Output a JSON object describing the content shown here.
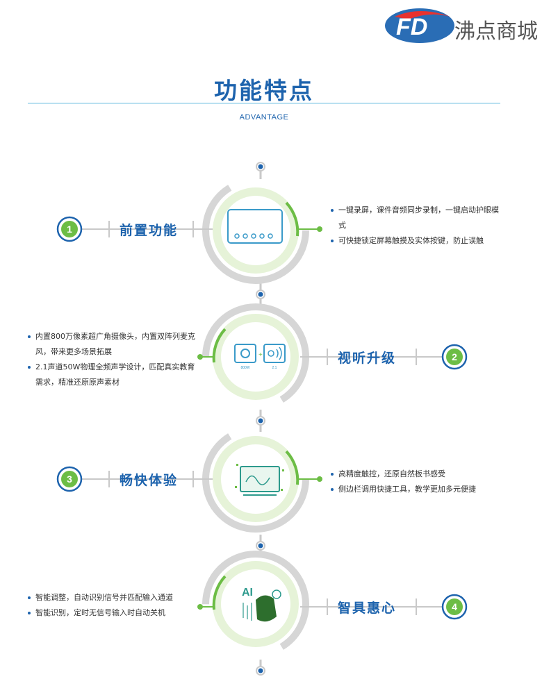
{
  "brand": {
    "name": "沸点商城",
    "logo_letters": "FD"
  },
  "header": {
    "title": "功能特点",
    "subtitle": "ADVANTAGE"
  },
  "features": [
    {
      "number": "1",
      "title": "前置功能",
      "bullets": [
        "一键录屏，课件音频同步录制，一键启动护眼模式",
        "可快捷锁定屏幕触摸及实体按键，防止误触"
      ]
    },
    {
      "number": "2",
      "title": "视听升级",
      "bullets": [
        "内置800万像素超广角摄像头，内置双阵列麦克风，带来更多场景拓展",
        "2.1声道50W物理全频声学设计，匹配真实教育需求，精准还原原声素材"
      ],
      "icon_caption_left": "800W",
      "icon_caption_right": "2.1"
    },
    {
      "number": "3",
      "title": "畅快体验",
      "bullets": [
        "高精度触控，还原自然板书感受",
        "侧边栏调用快捷工具，教学更加多元便捷"
      ]
    },
    {
      "number": "4",
      "title": "智具惠心",
      "bullets": [
        "智能调整，自动识别信号并匹配输入通道",
        "智能识别，定时无信号输入时自动关机"
      ],
      "icon_label": "AI"
    }
  ],
  "colors": {
    "blue": "#1d63ad",
    "green": "#6cbd45",
    "light_green": "#e6f3d8",
    "grey": "#c9c9c9"
  }
}
